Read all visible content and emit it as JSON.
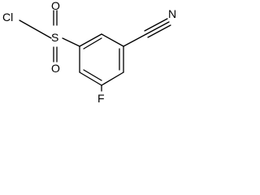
{
  "structure": {
    "atoms": {
      "cl": "Cl",
      "s": "S",
      "o_top": "O",
      "o_bottom": "O",
      "n": "N",
      "f": "F"
    },
    "colors": {
      "ink": "#000000",
      "background": "#ffffff"
    }
  }
}
